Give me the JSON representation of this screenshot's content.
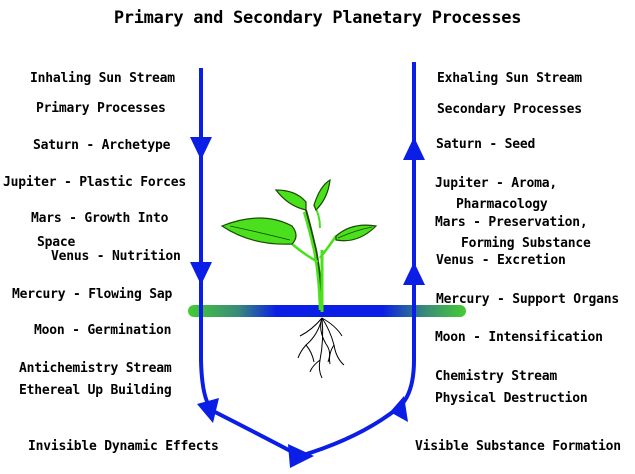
{
  "title": "Primary and Secondary Planetary Processes",
  "left": {
    "stream": "Inhaling Sun Stream",
    "processes": "Primary Processes",
    "saturn": "Saturn - Archetype",
    "jupiter": "Jupiter - Plastic Forces",
    "mars_line1": "Mars - Growth Into",
    "mars_line2": "Space",
    "venus": "Venus - Nutrition",
    "mercury": "Mercury - Flowing Sap",
    "moon": "Moon - Germination",
    "antichem_line1": "Antichemistry Stream",
    "antichem_line2": "Ethereal Up Building",
    "effects": "Invisible Dynamic Effects"
  },
  "right": {
    "stream": "Exhaling Sun Stream",
    "processes": "Secondary Processes",
    "saturn": "Saturn - Seed",
    "jupiter_line1": "Jupiter - Aroma,",
    "jupiter_line2": "Pharmacology",
    "mars_line1": "Mars - Preservation,",
    "mars_line2": "Forming Substance",
    "venus": "Venus - Excretion",
    "mercury": "Mercury - Support Organs",
    "moon": "Moon - Intensification",
    "chem_line1": "Chemistry Stream",
    "chem_line2": "Physical Destruction",
    "formation": "Visible Substance Formation"
  },
  "colors": {
    "stream": "#0a1ee6",
    "leaf": "#4be01e",
    "leaf_outline": "#1a4a00",
    "ground_blue": "#0a1ee6",
    "ground_green": "#44cc33",
    "roots": "#000000"
  }
}
